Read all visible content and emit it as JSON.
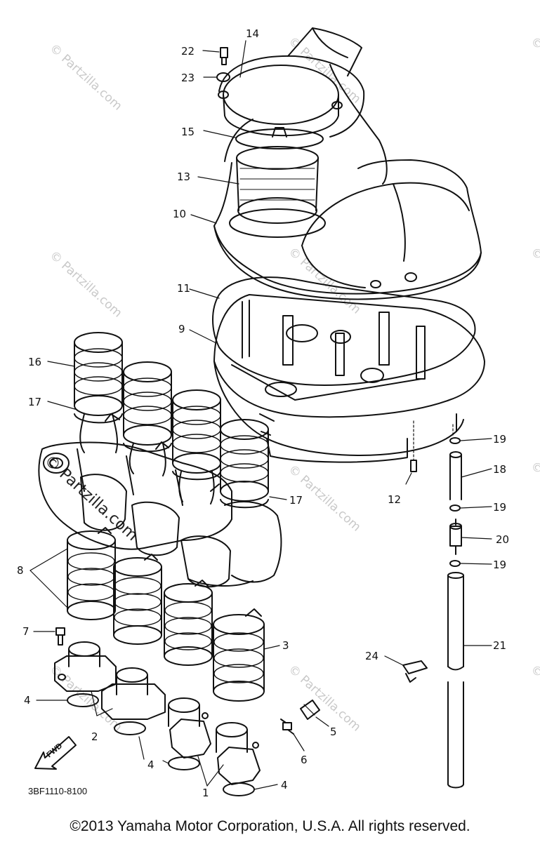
{
  "diagram_code": "3BF1110-8100",
  "fwd_label": "FWD",
  "watermark": "© Partzilla.com",
  "copyright": "©2013 Yamaha Motor Corporation, U.S.A. All rights reserved.",
  "callouts": {
    "c1": "1",
    "c2": "2",
    "c3": "3",
    "c4a": "4",
    "c4b": "4",
    "c4c": "4",
    "c5": "5",
    "c6": "6",
    "c7": "7",
    "c8": "8",
    "c9": "9",
    "c10": "10",
    "c11": "11",
    "c12": "12",
    "c13": "13",
    "c14": "14",
    "c15": "15",
    "c16": "16",
    "c17a": "17",
    "c17b": "17",
    "c18": "18",
    "c19a": "19",
    "c19b": "19",
    "c19c": "19",
    "c20": "20",
    "c21": "21",
    "c22": "22",
    "c23": "23",
    "c24": "24"
  }
}
